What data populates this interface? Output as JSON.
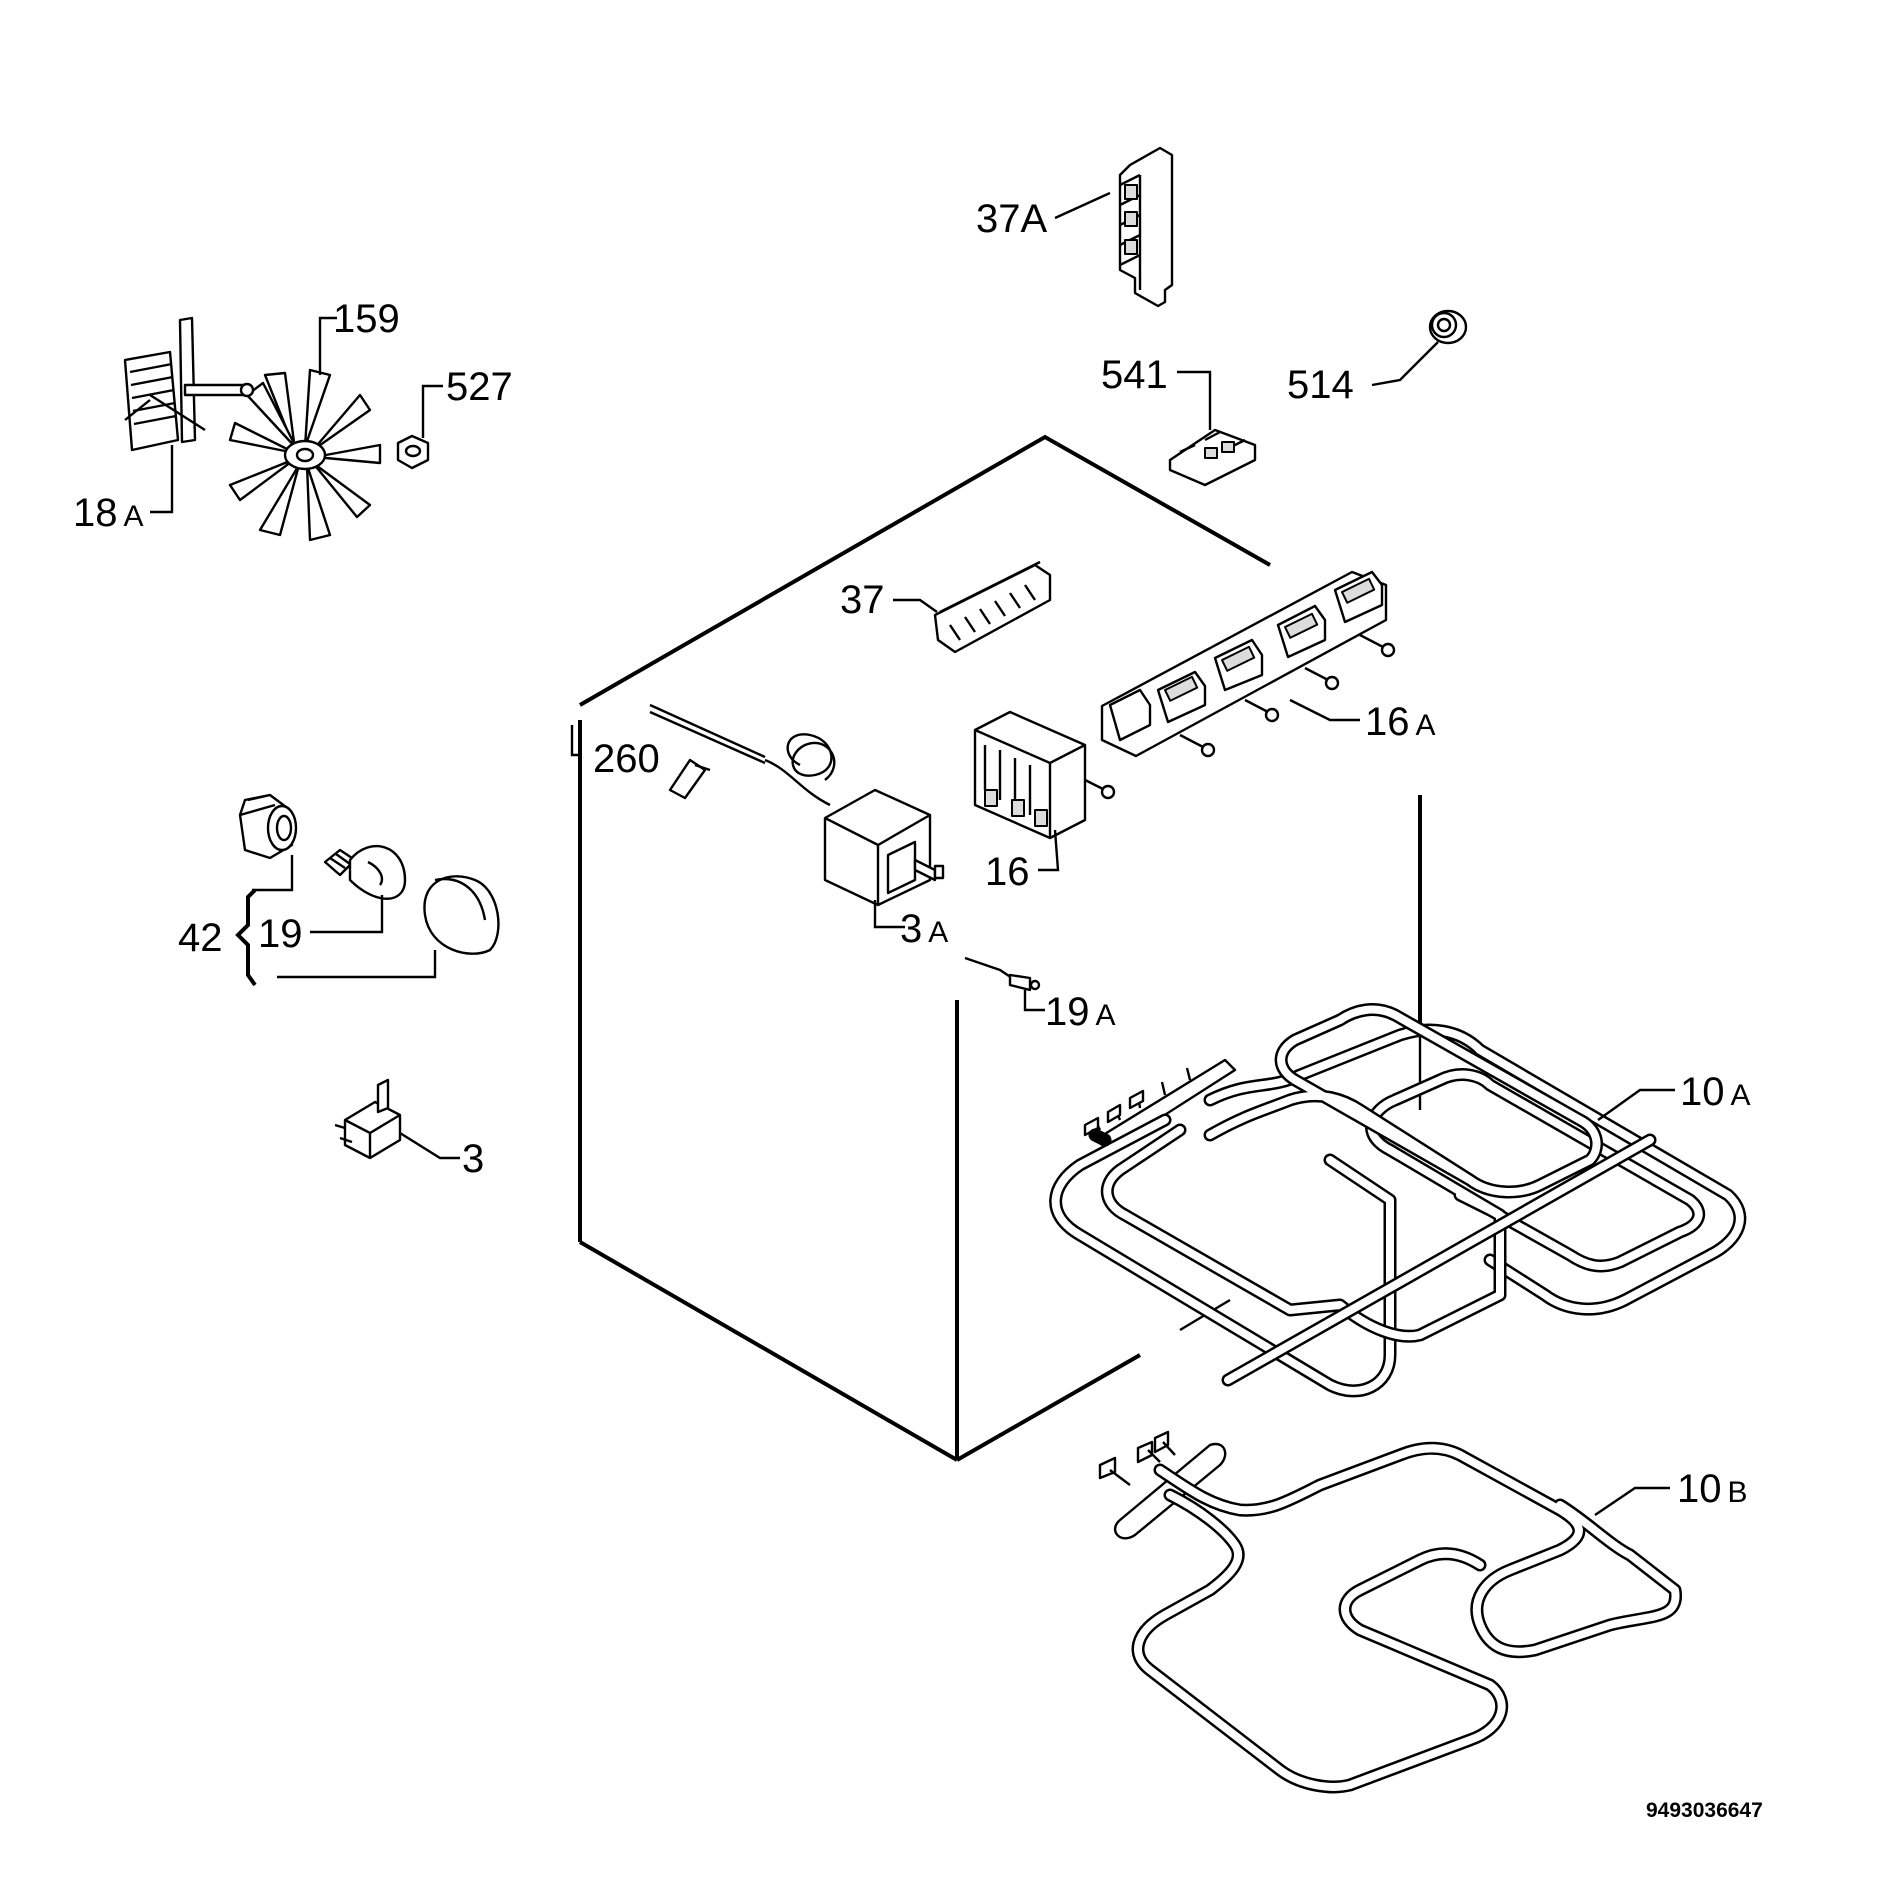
{
  "diagram": {
    "labels": {
      "p37a": "37A",
      "p159": "159",
      "p527": "527",
      "p18a": "18A",
      "p541": "541",
      "p514": "514",
      "p37": "37",
      "p16a": "16A",
      "p260": "260",
      "p16": "16",
      "p3a": "3A",
      "p42": "42",
      "p19": "19",
      "p19a": "19A",
      "p10a": "10A",
      "p3": "3",
      "p10b": "10B"
    },
    "document_number": "9493036647"
  }
}
